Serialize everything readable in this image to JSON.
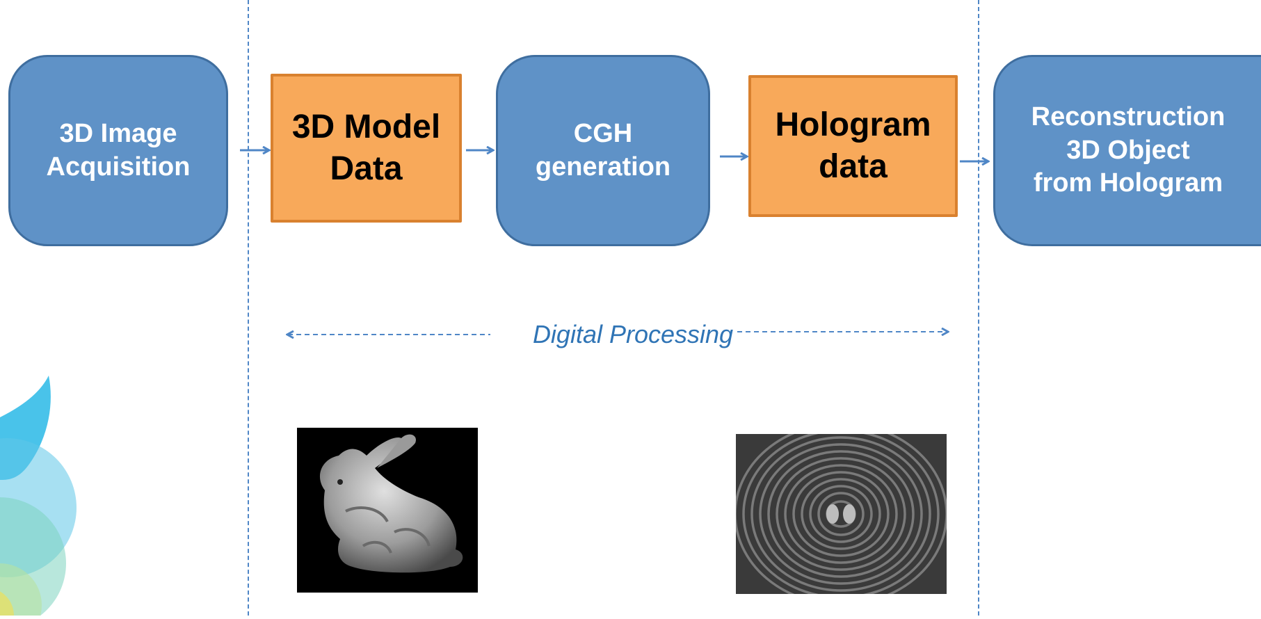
{
  "colors": {
    "blue_fill": "#5f92c7",
    "blue_border": "#3f6e9f",
    "orange_fill": "#f8a95a",
    "orange_border": "#d9812f",
    "arrow": "#4f86c6",
    "label_text": "#2f74b5"
  },
  "nodes": {
    "acquisition": "3D Image\nAcquisition",
    "model_data": "3D Model\nData",
    "cgh": "CGH\ngeneration",
    "hologram_data": "Hologram\ndata",
    "reconstruction": "Reconstruction\n3D Object\nfrom Hologram"
  },
  "span_label": "Digital Processing",
  "images": {
    "left": "bunny-render",
    "right": "hologram-fringe-pattern"
  },
  "logo": "leaf-logo"
}
